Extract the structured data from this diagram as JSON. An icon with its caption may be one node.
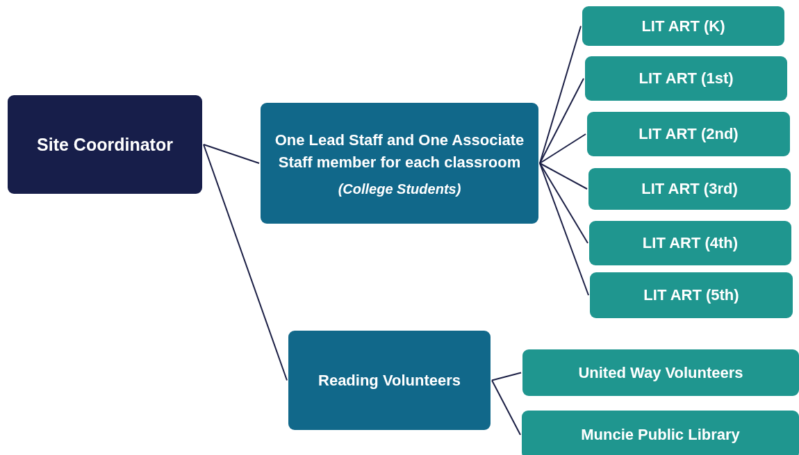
{
  "diagram": {
    "nodes": [
      {
        "text": [
          "Site Coordinator"
        ]
      },
      {
        "text": [
          "One Lead Staff and One Associate Staff member for each classroom",
          "(College Students)"
        ]
      },
      {
        "text": [
          "LIT ART (K)"
        ]
      },
      {
        "text": [
          "LIT ART (1st)"
        ]
      },
      {
        "text": [
          "LIT ART (2nd)"
        ]
      },
      {
        "text": [
          "LIT ART (3rd)"
        ]
      },
      {
        "text": [
          "LIT ART (4th)"
        ]
      },
      {
        "text": [
          "LIT ART (5th)"
        ]
      },
      {
        "text": [
          "Reading Volunteers"
        ]
      },
      {
        "text": [
          "United Way Volunteers"
        ]
      },
      {
        "text": [
          "Muncie Public Library"
        ]
      }
    ],
    "edges": [
      {
        "from": 0,
        "to": 1,
        "arrow": "none"
      },
      {
        "from": 1,
        "to": 2,
        "arrow": "none"
      },
      {
        "from": 1,
        "to": 3,
        "arrow": "none"
      },
      {
        "from": 1,
        "to": 4,
        "arrow": "none"
      },
      {
        "from": 1,
        "to": 5,
        "arrow": "none"
      },
      {
        "from": 1,
        "to": 6,
        "arrow": "none"
      },
      {
        "from": 1,
        "to": 7,
        "arrow": "none"
      },
      {
        "from": 0,
        "to": 8,
        "arrow": "none"
      },
      {
        "from": 8,
        "to": 9,
        "arrow": "none"
      },
      {
        "from": 8,
        "to": 10,
        "arrow": "none"
      }
    ]
  }
}
